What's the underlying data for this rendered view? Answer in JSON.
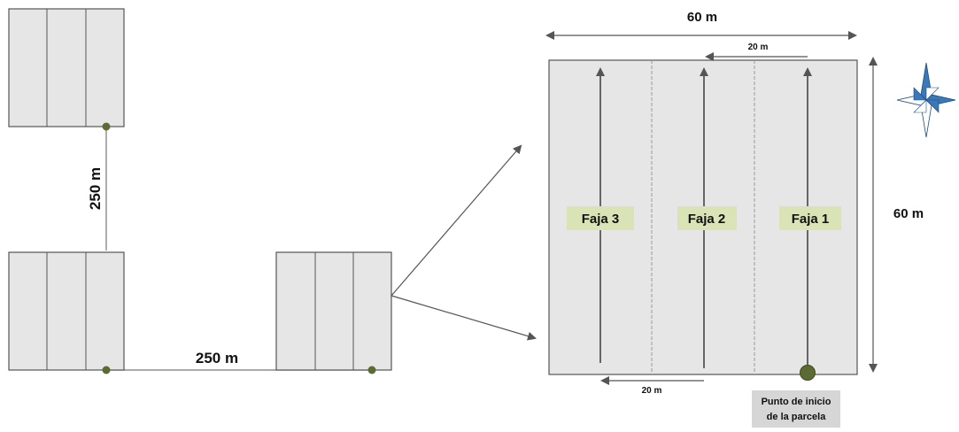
{
  "diagram": {
    "distance_vertical_label": "250 m",
    "distance_horizontal_label": "250 m",
    "plot_width_label": "60 m",
    "plot_height_label": "60 m",
    "strip_width_top_label": "20 m",
    "strip_width_bottom_label": "20 m",
    "strips": [
      {
        "label": "Faja 3"
      },
      {
        "label": "Faja 2"
      },
      {
        "label": "Faja 1"
      }
    ],
    "start_point_label_line1": "Punto de inicio",
    "start_point_label_line2": "de la parcela",
    "compass_icon": "compass-rose-icon",
    "colors": {
      "plot_fill": "#e6e6e6",
      "outline": "#555555",
      "point": "#5b6b33",
      "strip_label_bg": "#d9e3b6",
      "start_label_bg": "#d6d6d6",
      "compass_blue": "#3a78b8"
    }
  }
}
